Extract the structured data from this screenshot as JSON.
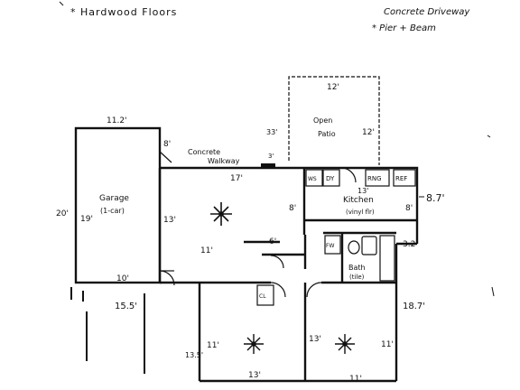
{
  "notes": {
    "left": "* Hardwood Floors",
    "right_1": "Concrete Driveway",
    "right_2": "* Pier + Beam"
  },
  "garage": {
    "label": "Garage",
    "sublabel": "(1-car)",
    "dim_top": "11.2'",
    "dim_left": "20'",
    "dim_inner_left": "19'",
    "dim_bottom": "10'",
    "dim_outer": "15.5'"
  },
  "patio": {
    "label_1": "Open",
    "label_2": "Patio",
    "dim_top": "12'",
    "dim_right": "12'",
    "dim_left": "33'"
  },
  "walkway": {
    "label_1": "Concrete",
    "label_2": "Walkway",
    "dim_left": "8'",
    "dim_mid": "3'"
  },
  "living": {
    "dim_top": "17'",
    "dim_left": "13'",
    "dim_bottom": "11'"
  },
  "kitchen": {
    "label": "Kitchen",
    "sublabel": "(vinyl flr)",
    "dim_top": "13'",
    "dim_left": "8'",
    "dim_right": "8'",
    "dim_outer": "8.7'",
    "ws": "WS",
    "dy": "DY",
    "rng": "RNG",
    "ref": "REF"
  },
  "hall": {
    "dim": "6'"
  },
  "bath": {
    "label": "Bath",
    "sublabel": "(tile)",
    "fw": "FW",
    "dim_outer": "3.2'"
  },
  "bedroom_left": {
    "dim_left": "11'",
    "dim_outer": "13.5'",
    "dim_bottom": "13'",
    "closet": "CL"
  },
  "bedroom_right": {
    "dim_left": "13'",
    "dim_right": "11'",
    "dim_bottom": "11'",
    "dim_outer": "18.7'"
  }
}
